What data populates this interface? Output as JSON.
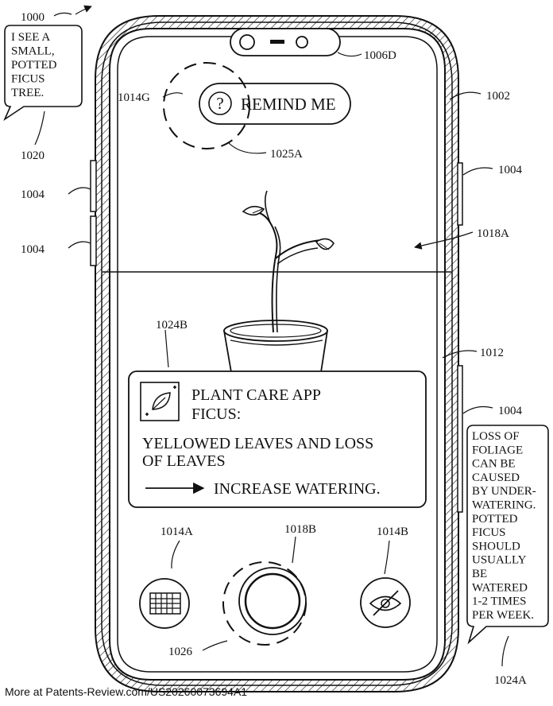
{
  "labels": {
    "l1000": "1000",
    "l1002": "1002",
    "l1004_left_top": "1004",
    "l1004_left_bottom": "1004",
    "l1004_right_top": "1004",
    "l1004_right_bottom": "1004",
    "l1006D": "1006D",
    "l1014G": "1014G",
    "l1025A": "1025A",
    "l1018A": "1018A",
    "l1024B": "1024B",
    "l1012": "1012",
    "l1020": "1020",
    "l1014A": "1014A",
    "l1018B": "1018B",
    "l1014B": "1014B",
    "l1026": "1026",
    "l1024A": "1024A"
  },
  "speech_left": {
    "lines": [
      "I SEE A",
      "SMALL,",
      "POTTED",
      "FICUS",
      "TREE."
    ]
  },
  "speech_right": {
    "lines": [
      "LOSS OF",
      "FOLIAGE",
      "CAN BE",
      "CAUSED",
      "BY UNDER-",
      "WATERING.",
      "POTTED",
      "FICUS",
      "SHOULD",
      "USUALLY",
      "BE",
      "WATERED",
      "1-2 TIMES",
      "PER WEEK."
    ]
  },
  "remind": {
    "icon_glyph": "?",
    "label": "REMIND ME"
  },
  "app_card": {
    "title": "PLANT CARE APP",
    "subtitle": "FICUS:",
    "symptom_line1": "YELLOWED LEAVES AND LOSS",
    "symptom_line2": "OF LEAVES",
    "action": "INCREASE WATERING."
  },
  "footer": "More at Patents-Review.com/US20260073694A1",
  "icons": [
    "camera-icon",
    "question-icon",
    "plant-icon",
    "calendar-icon",
    "eye-slash-icon",
    "shutter-icon"
  ]
}
